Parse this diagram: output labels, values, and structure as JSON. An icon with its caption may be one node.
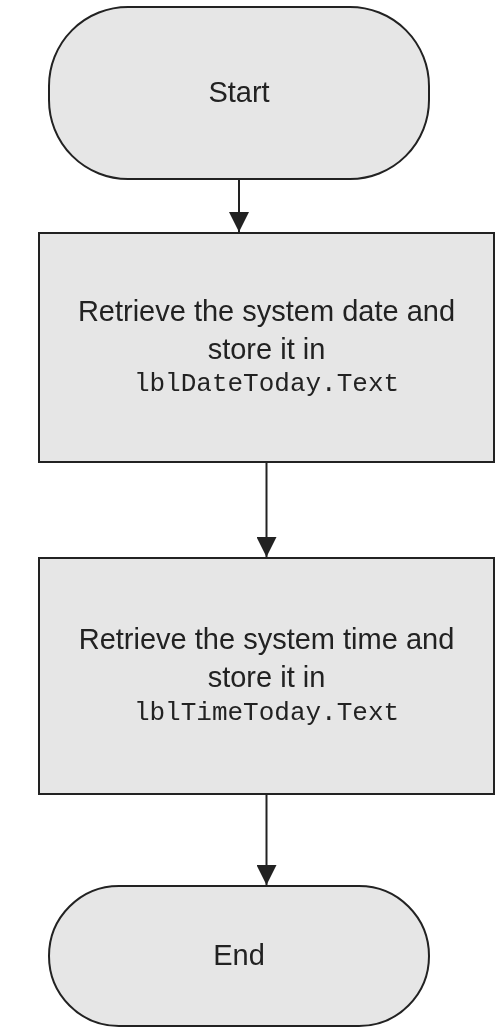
{
  "diagram": {
    "nodes": [
      {
        "text": [
          "Start"
        ]
      },
      {
        "text": [
          "Retrieve the system date and store it in",
          "lblDateToday.Text"
        ]
      },
      {
        "text": [
          "Retrieve the system time and store it in",
          "lblTimeToday.Text"
        ]
      },
      {
        "text": [
          "End"
        ]
      }
    ],
    "edges": [
      {
        "from": 0,
        "to": 1,
        "arrow": "to"
      },
      {
        "from": 1,
        "to": 2,
        "arrow": "to"
      },
      {
        "from": 2,
        "to": 3,
        "arrow": "to"
      }
    ]
  }
}
